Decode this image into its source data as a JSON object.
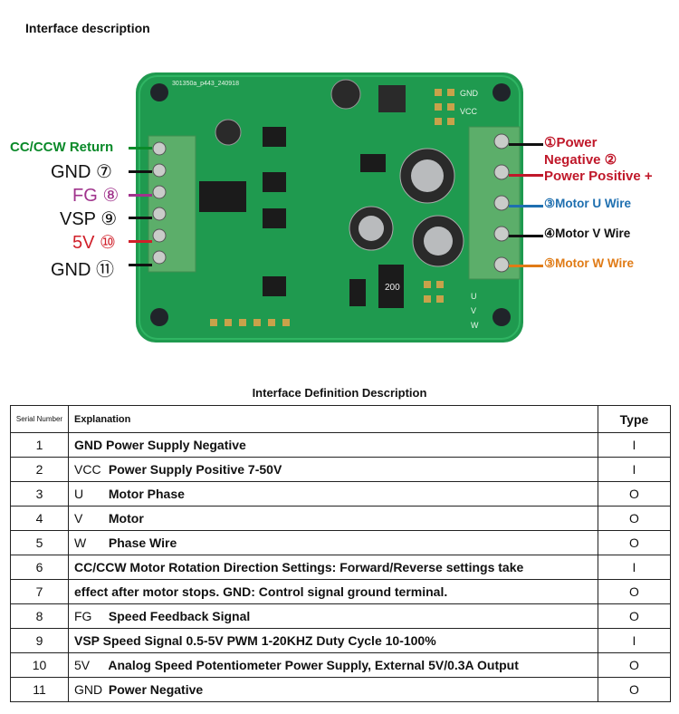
{
  "heading": "Interface description",
  "board": {
    "silkscreen_code": "301350a_p443_240918",
    "silk_gnd": "GND",
    "silk_vcc": "VCC",
    "silk_u": "U",
    "silk_v": "V",
    "silk_w": "W",
    "resistor_code": "200",
    "colors": {
      "pcb": "#1f9a4f",
      "terminal": "#5cae6a"
    }
  },
  "left_labels": [
    {
      "text": "CC/CCW Return",
      "color": "#0b8a2a"
    },
    {
      "text": "GND ⑦",
      "color": "#111111"
    },
    {
      "text": "FG ⑧",
      "color": "#a0338c"
    },
    {
      "text": "VSP ⑨",
      "color": "#111111"
    },
    {
      "text": "5V ⑩",
      "color": "#d0202a"
    },
    {
      "text": "GND ⑪",
      "color": "#111111"
    }
  ],
  "right_labels": [
    {
      "line1": "①Power",
      "line2": "Negative ②",
      "color": "#c0182a"
    },
    {
      "text": "Power Positive +",
      "color": "#c0182a"
    },
    {
      "text": "③Motor U Wire",
      "color": "#1e6fb0"
    },
    {
      "text": "④Motor V Wire",
      "color": "#111111"
    },
    {
      "text": "③Motor W Wire",
      "color": "#e07b16"
    }
  ],
  "table": {
    "title": "Interface Definition Description",
    "headers": {
      "serial": "Serial Number",
      "explanation": "Explanation",
      "type": "Type"
    },
    "rows": [
      {
        "num": "1",
        "pin": "",
        "desc": "GND Power Supply Negative",
        "type": "I"
      },
      {
        "num": "2",
        "pin": "VCC",
        "desc": "Power Supply Positive 7-50V",
        "type": "I"
      },
      {
        "num": "3",
        "pin": "U",
        "desc": "Motor Phase",
        "type": "O"
      },
      {
        "num": "4",
        "pin": "V",
        "desc": "Motor",
        "type": "O"
      },
      {
        "num": "5",
        "pin": "W",
        "desc": "Phase Wire",
        "type": "O"
      },
      {
        "num": "6",
        "pin": "",
        "desc": "CC/CCW Motor Rotation Direction Settings: Forward/Reverse settings take",
        "type": "I"
      },
      {
        "num": "7",
        "pin": "",
        "desc": "effect after motor stops. GND: Control signal ground terminal.",
        "type": "O"
      },
      {
        "num": "8",
        "pin": "FG",
        "desc": "Speed Feedback Signal",
        "type": "O"
      },
      {
        "num": "9",
        "pin": "",
        "desc": "VSP Speed Signal 0.5-5V PWM 1-20KHZ Duty Cycle 10-100%",
        "type": "I"
      },
      {
        "num": "10",
        "pin": "5V",
        "desc": "Analog Speed Potentiometer Power Supply, External 5V/0.3A Output",
        "type": "O"
      },
      {
        "num": "11",
        "pin": "GND",
        "desc": "Power Negative",
        "type": "O"
      }
    ]
  }
}
